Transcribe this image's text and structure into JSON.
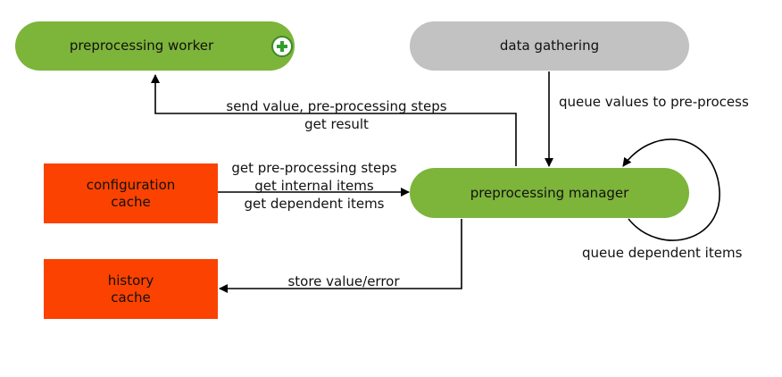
{
  "colors": {
    "worker": "#7db43a",
    "gathering": "#c2c2c2",
    "manager": "#7db43a",
    "cache": "#fb4200",
    "arrow": "#000000"
  },
  "nodes": {
    "preprocessing_worker": "preprocessing worker",
    "data_gathering": "data gathering",
    "preprocessing_manager": "preprocessing manager",
    "configuration_cache": "configuration\ncache",
    "history_cache": "history\ncache"
  },
  "edges": {
    "manager_to_worker": "send value, pre-processing steps\nget result",
    "gathering_to_manager": "queue values to pre-process",
    "config_to_manager": "get pre-processing steps\nget internal items\nget dependent items",
    "manager_to_history": "store value/error",
    "manager_self": "queue dependent items"
  },
  "icons": {
    "worker_badge": "plus-icon"
  }
}
